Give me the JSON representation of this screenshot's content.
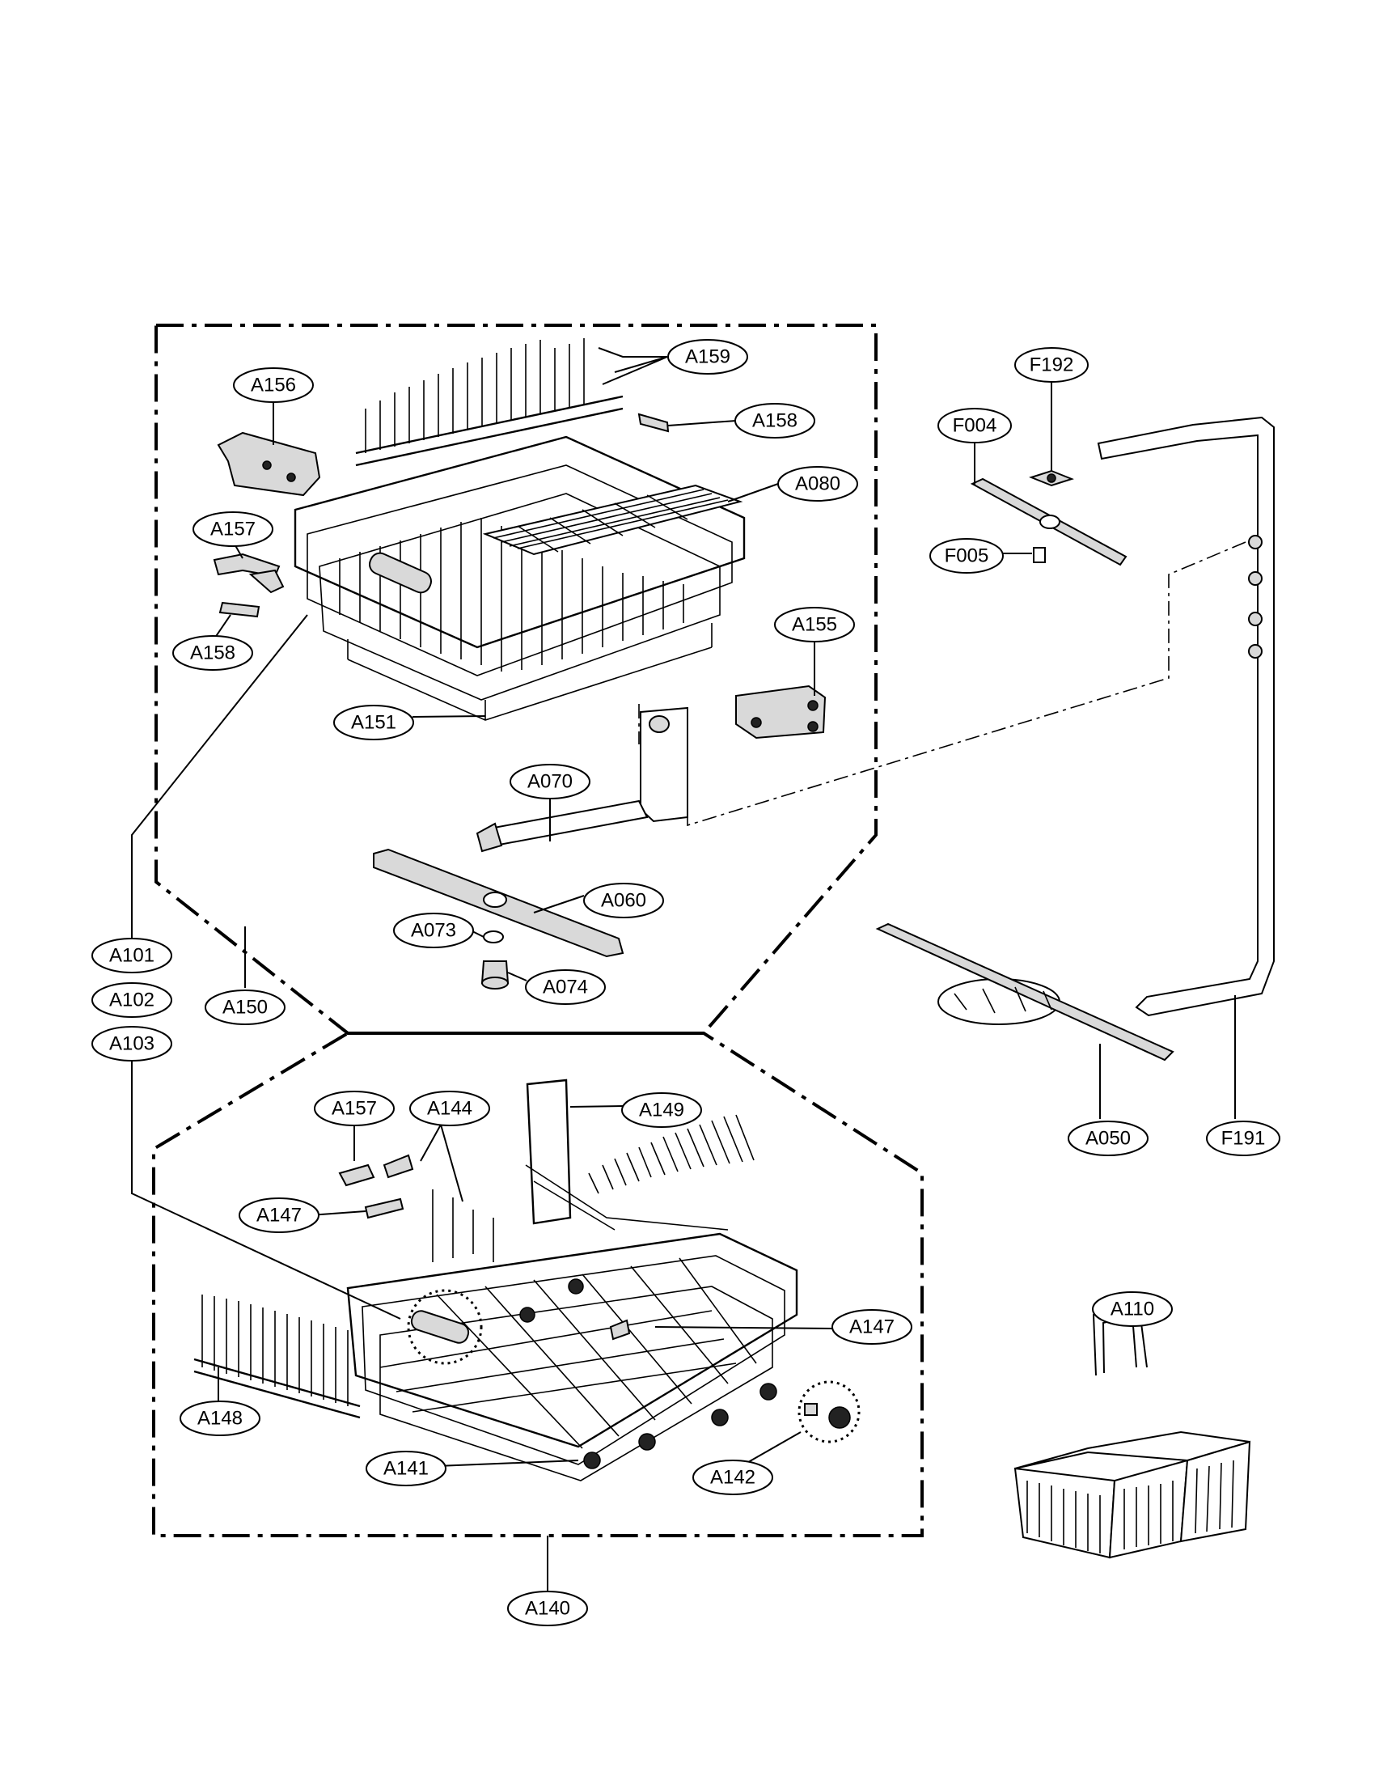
{
  "labels": {
    "A159": "A159",
    "A156": "A156",
    "A158_top": "A158",
    "A080": "A080",
    "A157_top": "A157",
    "A158_left": "A158",
    "A155": "A155",
    "A151": "A151",
    "A070": "A070",
    "A060": "A060",
    "A073": "A073",
    "A074": "A074",
    "A101": "A101",
    "A102": "A102",
    "A103": "A103",
    "A150": "A150",
    "F192": "F192",
    "F004": "F004",
    "F005": "F005",
    "A050": "A050",
    "F191": "F191",
    "A157_bottom": "A157",
    "A144": "A144",
    "A149": "A149",
    "A147_left": "A147",
    "A147_right": "A147",
    "A148": "A148",
    "A141": "A141",
    "A142": "A142",
    "A140": "A140",
    "A110": "A110"
  },
  "colors": {
    "line": "#000000",
    "background": "#ffffff",
    "part_fill": "#d9d9d9"
  }
}
